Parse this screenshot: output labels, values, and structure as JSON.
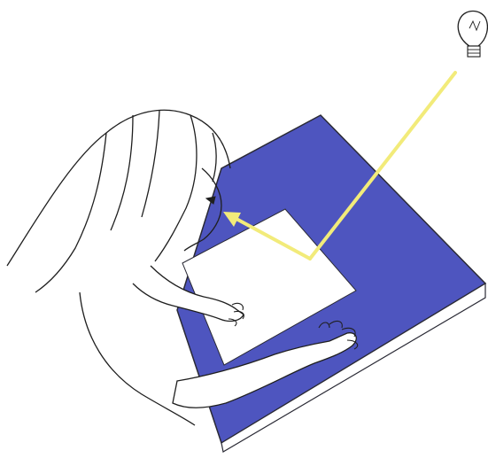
{
  "scene": {
    "background_color": "#ffffff",
    "desk_color": "#4e55bf",
    "desk_edge_color": "#ffffff",
    "desk_outline_color": "#2a2a35",
    "paper_color": "#ffffff",
    "light_ray_color": "#f2eb7a",
    "outline_color": "#1f1f1f",
    "icons": [
      "light-bulb-icon",
      "arrow-head-icon"
    ],
    "elements": [
      "person-reading",
      "desk",
      "paper-sheet",
      "incident-light-ray",
      "reflected-light-ray",
      "light-bulb"
    ]
  }
}
